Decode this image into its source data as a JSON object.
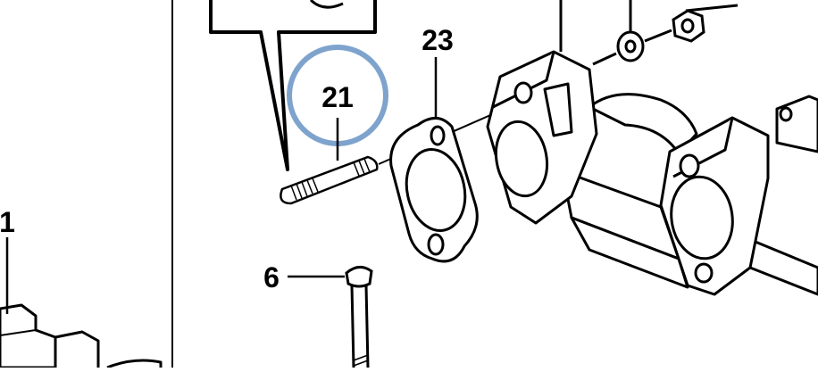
{
  "diagram": {
    "part_labels": {
      "label_21": "21",
      "label_23": "23",
      "label_6": "6",
      "label_1": "1"
    },
    "highlight_color": "#7ea3cc",
    "line_color": "#000000"
  }
}
